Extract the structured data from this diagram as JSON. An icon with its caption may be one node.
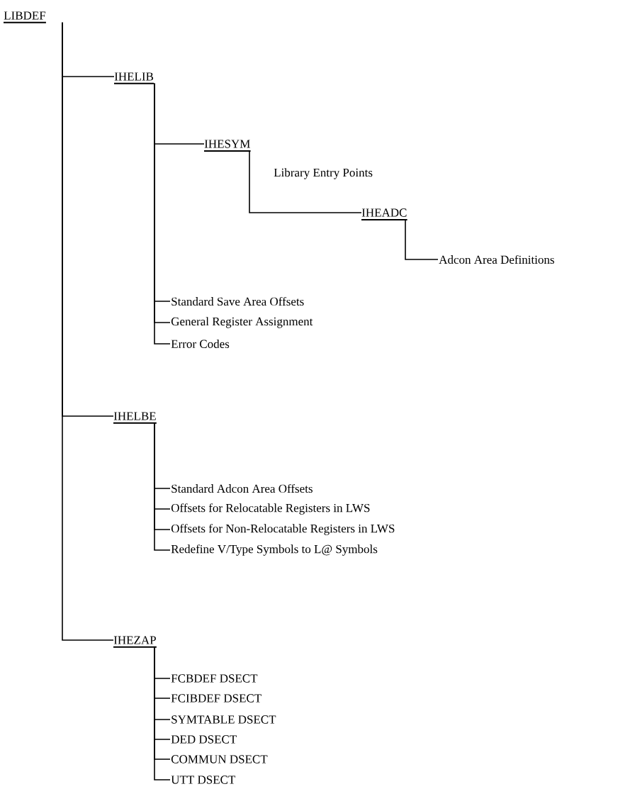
{
  "diagram": {
    "nodes": [
      {
        "text": [
          "LIBDEF"
        ]
      },
      {
        "text": [
          "IHELIB"
        ]
      },
      {
        "text": [
          "IHESYM"
        ],
        "beside": [
          "Library Entry Points"
        ]
      },
      {
        "text": [
          "IHEADC"
        ]
      },
      {
        "text": [
          "Adcon Area Definitions"
        ]
      },
      {
        "text": [
          "Standard Save Area Offsets"
        ]
      },
      {
        "text": [
          "General Register Assignment"
        ]
      },
      {
        "text": [
          "Error Codes"
        ]
      },
      {
        "text": [
          "IHELBE"
        ]
      },
      {
        "text": [
          "Standard Adcon Area Offsets"
        ]
      },
      {
        "text": [
          "Offsets for Relocatable Registers in LWS"
        ]
      },
      {
        "text": [
          "Offsets for Non-Relocatable Registers in LWS"
        ]
      },
      {
        "text": [
          "Redefine V/Type Symbols to L@ Symbols"
        ]
      },
      {
        "text": [
          "IHEZAP"
        ]
      },
      {
        "text": [
          "FCBDEF DSECT"
        ]
      },
      {
        "text": [
          "FCIBDEF DSECT"
        ]
      },
      {
        "text": [
          "SYMTABLE DSECT"
        ]
      },
      {
        "text": [
          "DED DSECT"
        ]
      },
      {
        "text": [
          "COMMUN DSECT"
        ]
      },
      {
        "text": [
          "UTT DSECT"
        ]
      }
    ],
    "edges": [
      {
        "from": 0,
        "to": 1,
        "arrow": "none"
      },
      {
        "from": 1,
        "to": 2,
        "arrow": "none"
      },
      {
        "from": 2,
        "to": 3,
        "arrow": "none"
      },
      {
        "from": 3,
        "to": 4,
        "arrow": "none"
      },
      {
        "from": 1,
        "to": 5,
        "arrow": "none"
      },
      {
        "from": 1,
        "to": 6,
        "arrow": "none"
      },
      {
        "from": 1,
        "to": 7,
        "arrow": "none"
      },
      {
        "from": 0,
        "to": 8,
        "arrow": "none"
      },
      {
        "from": 8,
        "to": 9,
        "arrow": "none"
      },
      {
        "from": 8,
        "to": 10,
        "arrow": "none"
      },
      {
        "from": 8,
        "to": 11,
        "arrow": "none"
      },
      {
        "from": 8,
        "to": 12,
        "arrow": "none"
      },
      {
        "from": 0,
        "to": 13,
        "arrow": "none"
      },
      {
        "from": 13,
        "to": 14,
        "arrow": "none"
      },
      {
        "from": 13,
        "to": 15,
        "arrow": "none"
      },
      {
        "from": 13,
        "to": 16,
        "arrow": "none"
      },
      {
        "from": 13,
        "to": 17,
        "arrow": "none"
      },
      {
        "from": 13,
        "to": 18,
        "arrow": "none"
      },
      {
        "from": 13,
        "to": 19,
        "arrow": "none"
      }
    ]
  }
}
